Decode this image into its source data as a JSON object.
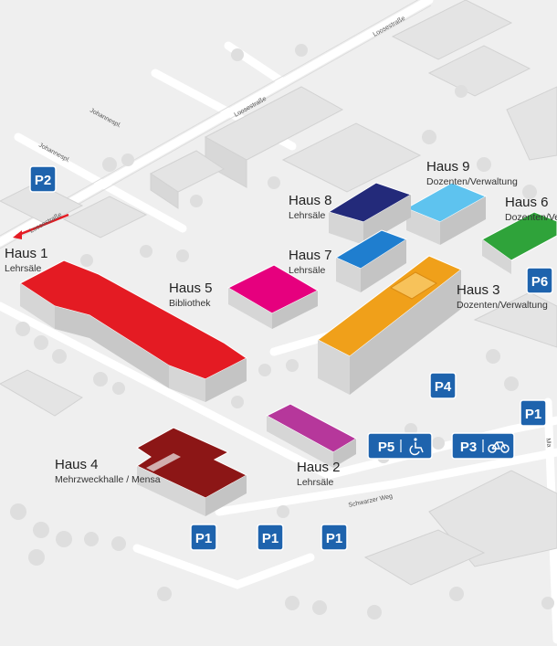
{
  "buildings": [
    {
      "name": "Haus 1",
      "sub": "Lehrsäle",
      "color": "#e41b23"
    },
    {
      "name": "Haus 2",
      "sub": "Lehrsäle",
      "color": "#b6379b"
    },
    {
      "name": "Haus 3",
      "sub": "Dozenten/Verwaltung",
      "color": "#f0a01a"
    },
    {
      "name": "Haus 4",
      "sub": "Mehrzweckhalle / Mensa",
      "color": "#8c1616"
    },
    {
      "name": "Haus 5",
      "sub": "Bibliothek",
      "color": "#e6007e"
    },
    {
      "name": "Haus 6",
      "sub": "Dozenten/Ve",
      "color": "#2fa33a"
    },
    {
      "name": "Haus 7",
      "sub": "Lehrsäle",
      "color": "#1f7ecf"
    },
    {
      "name": "Haus 8",
      "sub": "Lehrsäle",
      "color": "#232a7a"
    },
    {
      "name": "Haus 9",
      "sub": "Dozenten/Verwaltung",
      "color": "#5ec3ef"
    }
  ],
  "parking": {
    "p1": "P1",
    "p2": "P2",
    "p3": "P3",
    "p4": "P4",
    "p5": "P5",
    "p6": "P6"
  },
  "streets": {
    "loose1": "Loosestraße",
    "loose2": "Loosestraße",
    "loose3": "Loosestraße",
    "johannes1": "Johannespl.",
    "johannes2": "Johannespl.",
    "schwarzer": "Schwarzer Weg",
    "ma": "Ma"
  },
  "icons": {
    "wheelchair": "wheelchair-icon",
    "bicycle": "bicycle-icon"
  },
  "colors": {
    "parking": "#1e63ad",
    "background": "#efefef"
  }
}
